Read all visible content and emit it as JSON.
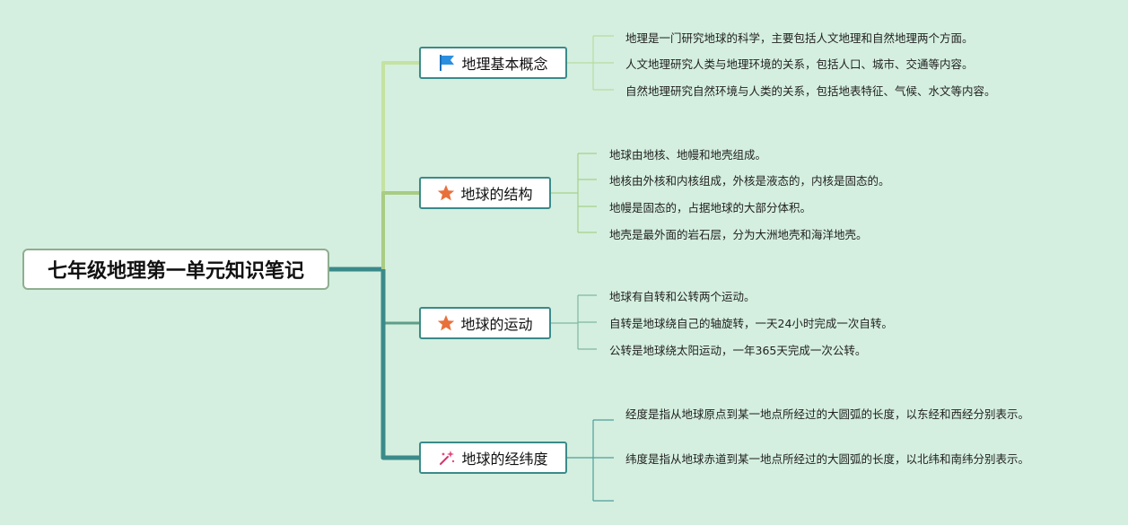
{
  "root": {
    "title": "七年级地理第一单元知识笔记"
  },
  "branches": [
    {
      "label": "地理基本概念",
      "icon": "flag-icon",
      "items": [
        "地理是一门研究地球的科学，主要包括人文地理和自然地理两个方面。",
        "人文地理研究人类与地理环境的关系，包括人口、城市、交通等内容。",
        "自然地理研究自然环境与人类的关系，包括地表特征、气候、水文等内容。"
      ]
    },
    {
      "label": "地球的结构",
      "icon": "star-icon",
      "items": [
        "地球由地核、地幔和地壳组成。",
        "地核由外核和内核组成，外核是液态的，内核是固态的。",
        "地幔是固态的，占据地球的大部分体积。",
        "地壳是最外面的岩石层，分为大洲地壳和海洋地壳。"
      ]
    },
    {
      "label": "地球的运动",
      "icon": "star-icon",
      "items": [
        "地球有自转和公转两个运动。",
        "自转是地球绕自己的轴旋转，一天24小时完成一次自转。",
        "公转是地球绕太阳运动，一年365天完成一次公转。"
      ]
    },
    {
      "label": "地球的经纬度",
      "icon": "sparkle-wand-icon",
      "items": [
        "经度是指从地球原点到某一地点所经过的大圆弧的长度，以东经和西经分别表示。",
        "纬度是指从地球赤道到某一地点所经过的大圆弧的长度，以北纬和南纬分别表示。"
      ]
    }
  ],
  "colors": {
    "background": "#d4efdf",
    "branch_1": "#c5e2a0",
    "branch_2": "#a9cc83",
    "branch_3": "#5f9e8a",
    "branch_4": "#3b8a8a",
    "root_border": "#8fae8f",
    "star": "#e8703a",
    "flag": "#2b8fe0",
    "wand": "#d6336c"
  }
}
